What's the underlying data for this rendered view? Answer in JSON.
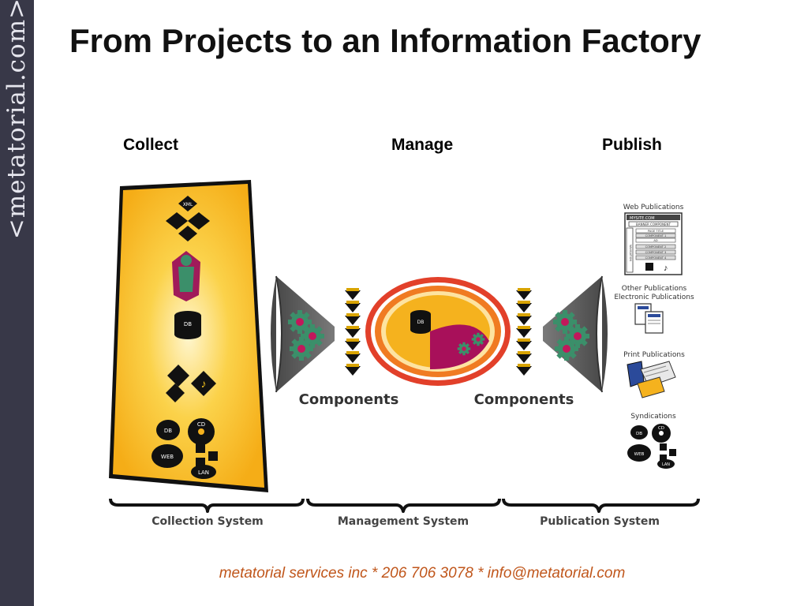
{
  "sidebar": {
    "brand": "<metatorial.com>"
  },
  "slide": {
    "title": "From Projects to an Information Factory"
  },
  "stages": {
    "collect": "Collect",
    "manage": "Manage",
    "publish": "Publish"
  },
  "diagram": {
    "components_left": "Components",
    "components_right": "Components",
    "systems": {
      "collection": "Collection System",
      "management": "Management System",
      "publication": "Publication System"
    },
    "badges": {
      "xml": "XML",
      "db": "DB",
      "cd": "CD",
      "web": "WEB",
      "lan": "LAN"
    },
    "outputs": {
      "web": "Web Publications",
      "other": "Other Publications",
      "electronic": "Electronic Publications",
      "print": "Print Publications",
      "syndications": "Syndications"
    },
    "mock_page": {
      "url": "MYSITE.COM",
      "banner": "BANNER COMPONENT",
      "page_title": "PAGE TITLE",
      "component_1": "COMPONENT 1",
      "ad": "AD",
      "component_2": "COMPONENT 2",
      "component_3": "COMPONENT 3",
      "component_4": "COMPONENT 4",
      "nav": "NAVIGATION"
    }
  },
  "footer": {
    "contact": "metatorial services inc * 206 706 3078 * info@metatorial.com"
  },
  "colors": {
    "sidebar": "#383848",
    "funnel": "#5a5a5a",
    "collect_panel": "#f5b21e",
    "footer_text": "#c0561b",
    "repository_ring": "#e2402a",
    "repository_inner": "#a8105a"
  }
}
